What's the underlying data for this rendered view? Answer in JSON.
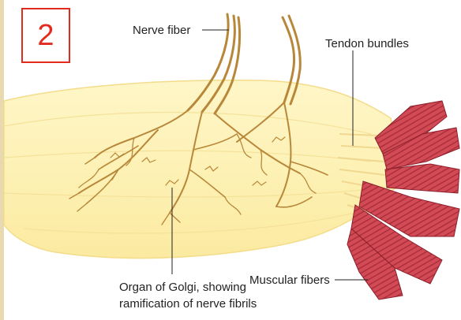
{
  "figure_number": "2",
  "labels": {
    "nerve_fiber": "Nerve fiber",
    "tendon_bundles": "Tendon bundles",
    "organ_line1": "Organ of Golgi, showing",
    "organ_line2": "ramification of nerve fibrils",
    "muscular_fibers": "Muscular fibers"
  },
  "colors": {
    "tendon": "#faf0b8",
    "nerve": "#b8883a",
    "muscle": "#c9444d",
    "number_box": "#e32a1f"
  }
}
